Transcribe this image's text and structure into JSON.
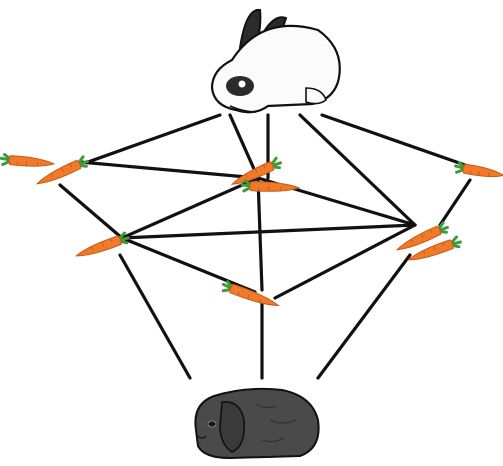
{
  "diagram": {
    "background": "#ffffff",
    "line_color": "#111111",
    "top_node": {
      "name": "white-rabbit",
      "body_color": "#fbfbfb",
      "patch_color": "#2b2b2b",
      "outline_color": "#111111"
    },
    "bottom_node": {
      "name": "gray-lop-rabbit",
      "body_color": "#4a4a4a",
      "outline_color": "#111111"
    },
    "carrot": {
      "body_color": "#f07a2a",
      "shade_color": "#c85a16",
      "leaf_color": "#3f9a3a"
    },
    "carrot_groups": [
      {
        "name": "carrot-pair-left",
        "count": 2
      },
      {
        "name": "carrot-pair-center",
        "count": 2
      },
      {
        "name": "carrot-single-right",
        "count": 1
      },
      {
        "name": "carrot-single-mid-left",
        "count": 1
      },
      {
        "name": "carrot-pair-mid-right",
        "count": 2
      },
      {
        "name": "carrot-single-bottom",
        "count": 1
      }
    ]
  }
}
